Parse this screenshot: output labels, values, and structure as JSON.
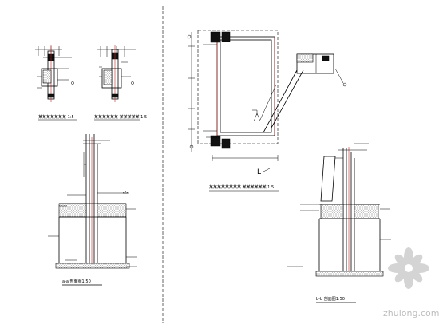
{
  "drawing": {
    "captions": {
      "top_left_1": "某某某某某某某 1:5",
      "top_left_2": "某某某某某某 某某某某某 1:5",
      "plan": "某某某某某某某某 某某某某某某 1:5",
      "section_a": "a-a 剖面图1:50",
      "section_b": "b-b 剖面图1:50"
    },
    "plan_dimension_label": "L",
    "watermark": "zhulong.com"
  }
}
